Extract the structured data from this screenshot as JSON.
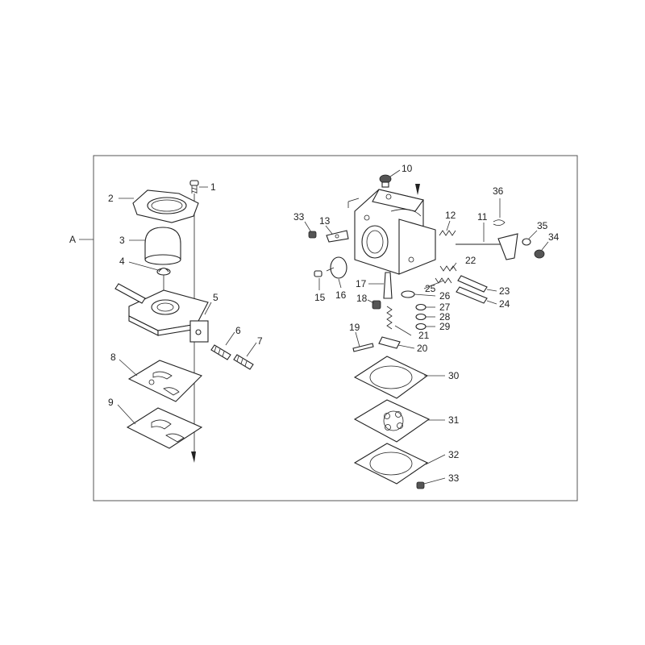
{
  "section_label": "A",
  "callouts": [
    "1",
    "2",
    "3",
    "4",
    "5",
    "6",
    "7",
    "8",
    "9",
    "10",
    "11",
    "12",
    "13",
    "15",
    "16",
    "17",
    "18",
    "19",
    "20",
    "21",
    "22",
    "23",
    "24",
    "25",
    "26",
    "27",
    "28",
    "29",
    "30",
    "31",
    "32",
    "33",
    "33",
    "34",
    "35",
    "36"
  ]
}
